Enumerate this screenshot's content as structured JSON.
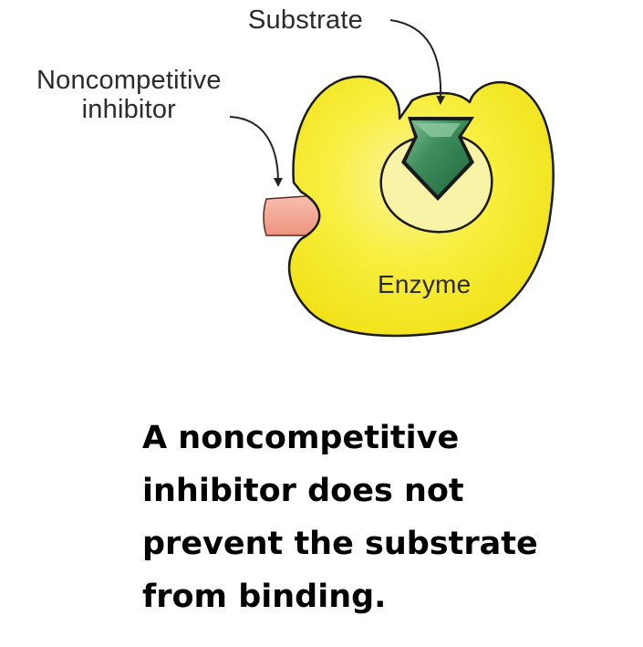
{
  "diagram": {
    "labels": {
      "substrate": "Substrate",
      "inhibitor_line1": "Noncompetitive",
      "inhibitor_line2": "inhibitor",
      "enzyme": "Enzyme"
    },
    "colors": {
      "enzyme_fill": "#f6ea2c",
      "enzyme_highlight": "#fbf6a0",
      "enzyme_outline": "#1a1a1a",
      "substrate_fill": "#3e8a5a",
      "substrate_highlight": "#8cc79c",
      "inhibitor_fill": "#f4a591",
      "arrow": "#222222"
    }
  },
  "caption": {
    "line1": "A noncompetitive",
    "line2": "inhibitor does not",
    "line3": "prevent the substrate",
    "line4": "from binding."
  }
}
